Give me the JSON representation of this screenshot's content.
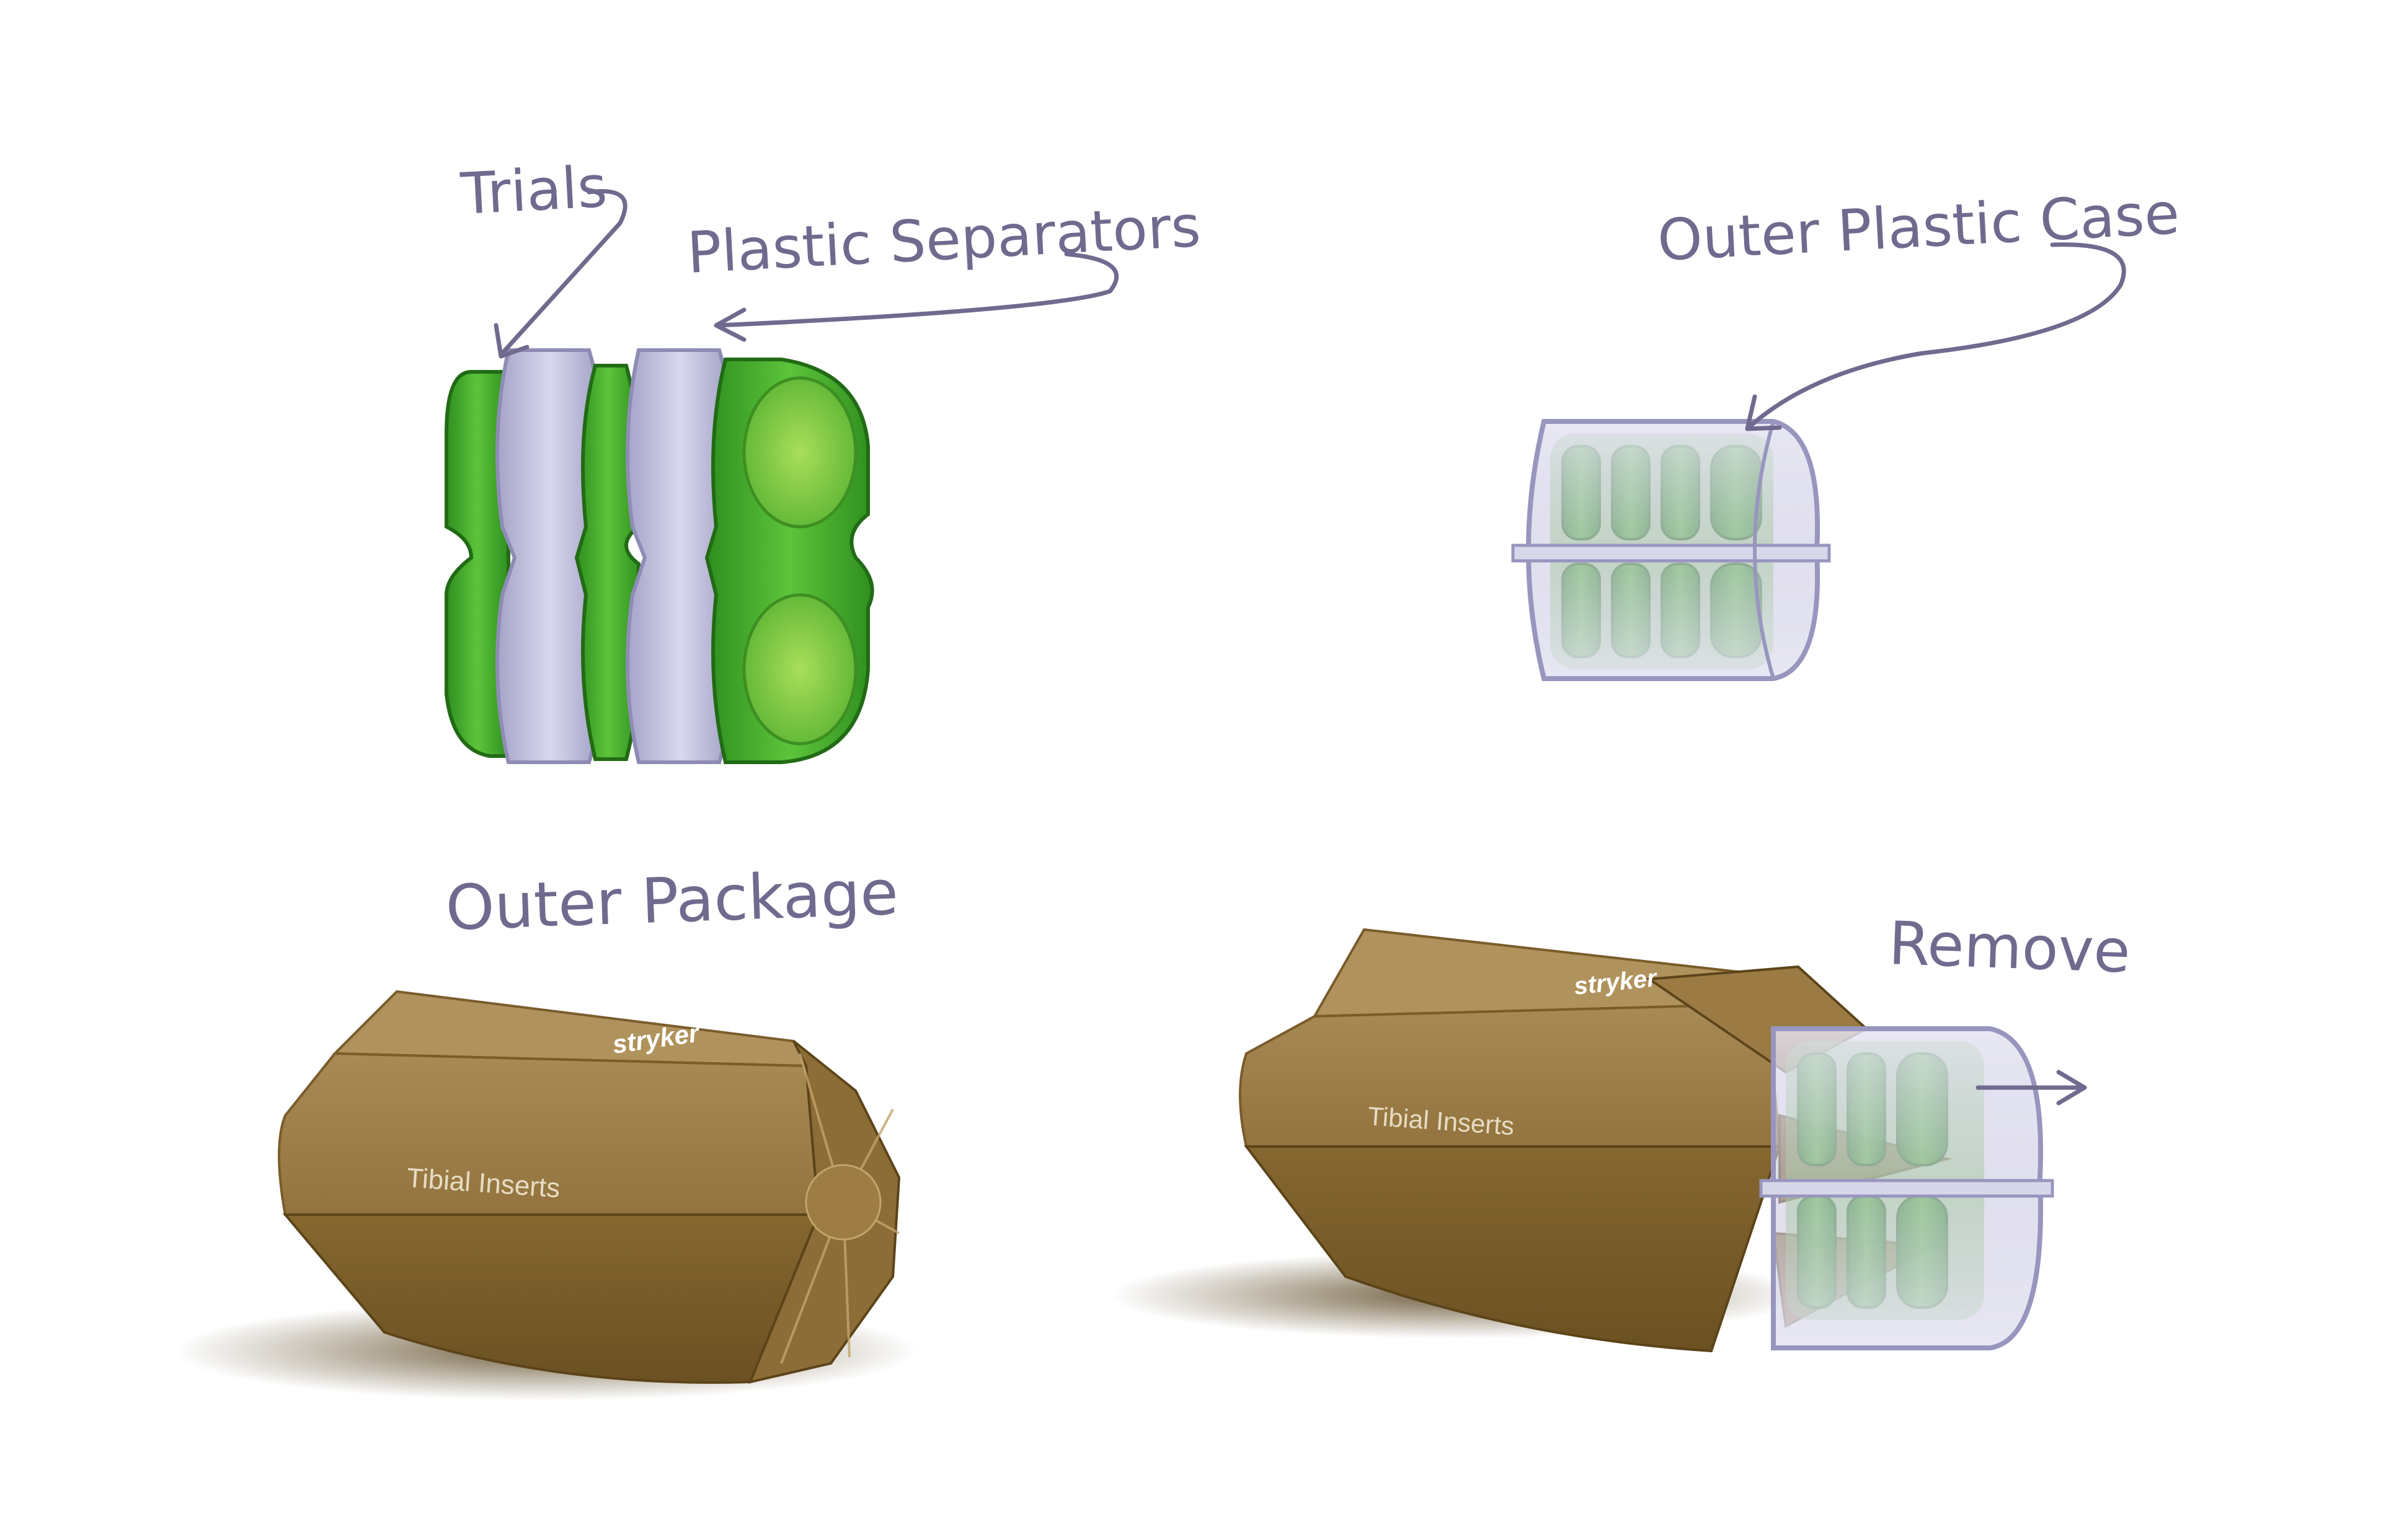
{
  "labels": {
    "trials": "Trials",
    "separators": "Plastic Separators",
    "case": "Outer Plastic Case",
    "package": "Outer Package",
    "remove": "Remove"
  },
  "package_print": {
    "brand": "stryker",
    "product": "Tibial Inserts"
  },
  "colors": {
    "annotation": "#6f6a8e",
    "trial_green": "#3fae2a",
    "trial_light": "#8fd14b",
    "separator": "#b9b8d6",
    "cardboard": "#9a7a45",
    "cardboard_dark": "#6e5424"
  }
}
